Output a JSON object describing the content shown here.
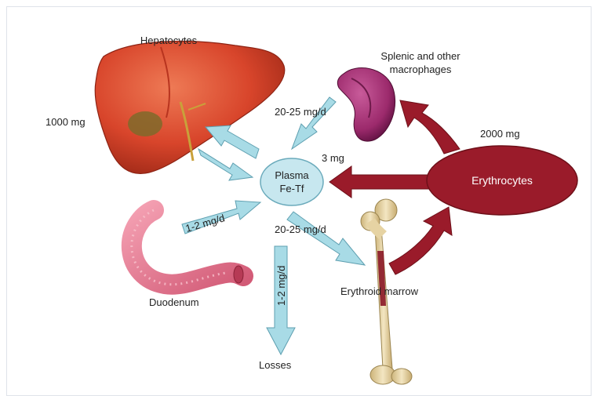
{
  "labels": {
    "hepatocytes": "Hepatocytes",
    "liver_iron": "1000 mg",
    "macrophages_line1": "Splenic and other",
    "macrophages_line2": "macrophages",
    "macrophage_flow": "20-25 mg/d",
    "plasma_line1": "Plasma",
    "plasma_line2": "Fe-Tf",
    "plasma_to_rbc_flow": "3 mg",
    "erythrocytes_iron": "2000 mg",
    "erythrocytes": "Erythrocytes",
    "duodenum_flow": "1-2 mg/d",
    "duodenum": "Duodenum",
    "marrow_flow": "20-25 mg/d",
    "erythroid_marrow": "Erythroid marrow",
    "loss_flow": "1-2 mg/d",
    "losses": "Losses"
  },
  "colors": {
    "arrow_light": "#a8dbe6",
    "arrow_dark": "#9a1b2a",
    "plasma": "#c7e7ef",
    "liver": "#d8452b",
    "spleen": "#9c2a6c",
    "duodenum": "#e8788f",
    "bone": "#e6d3a3"
  }
}
